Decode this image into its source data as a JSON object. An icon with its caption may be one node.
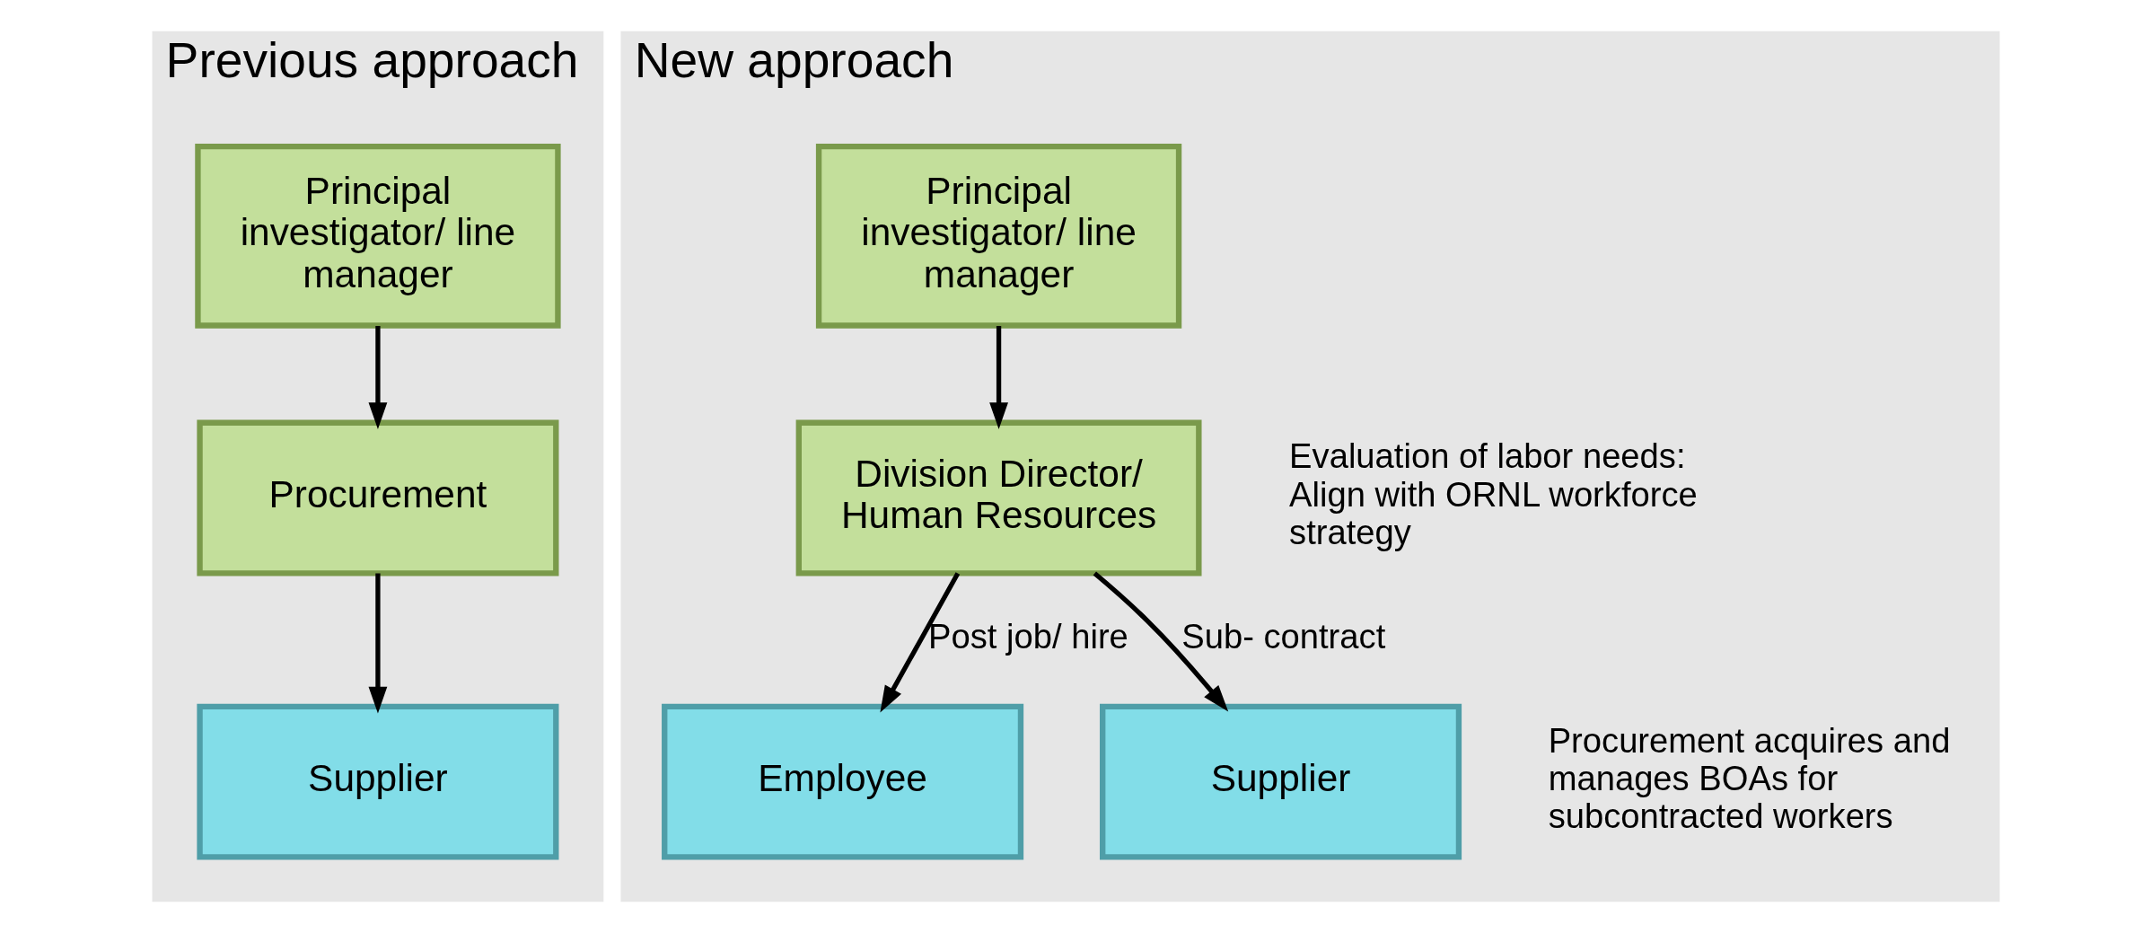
{
  "diagram": {
    "nodes": [
      {
        "text": [
          "Previous approach"
        ]
      },
      {
        "text": [
          "Principal investigator/ line manager"
        ],
        "in": 0
      },
      {
        "text": [
          "Procurement"
        ],
        "in": 0
      },
      {
        "text": [
          "Supplier"
        ],
        "in": 0
      },
      {
        "text": [
          "New approach"
        ]
      },
      {
        "text": [
          "Principal investigator/ line manager"
        ],
        "in": 4
      },
      {
        "text": [
          "Division Director/ Human Resources"
        ],
        "in": 4,
        "beside": [
          "Evaluation of labor needs: Align with ORNL workforce strategy"
        ]
      },
      {
        "text": [
          "Employee"
        ],
        "in": 4
      },
      {
        "text": [
          "Supplier"
        ],
        "in": 4,
        "beside": [
          "Procurement acquires and manages BOAs for subcontracted workers"
        ]
      }
    ],
    "edges": [
      {
        "from": 1,
        "to": 2,
        "arrow": "to"
      },
      {
        "from": 2,
        "to": 3,
        "arrow": "to"
      },
      {
        "from": 5,
        "to": 6,
        "arrow": "to"
      },
      {
        "from": 6,
        "to": 7,
        "arrow": "to",
        "label": "Post job/ hire"
      },
      {
        "from": 6,
        "to": 8,
        "arrow": "to",
        "label": "Sub- contract"
      }
    ]
  }
}
